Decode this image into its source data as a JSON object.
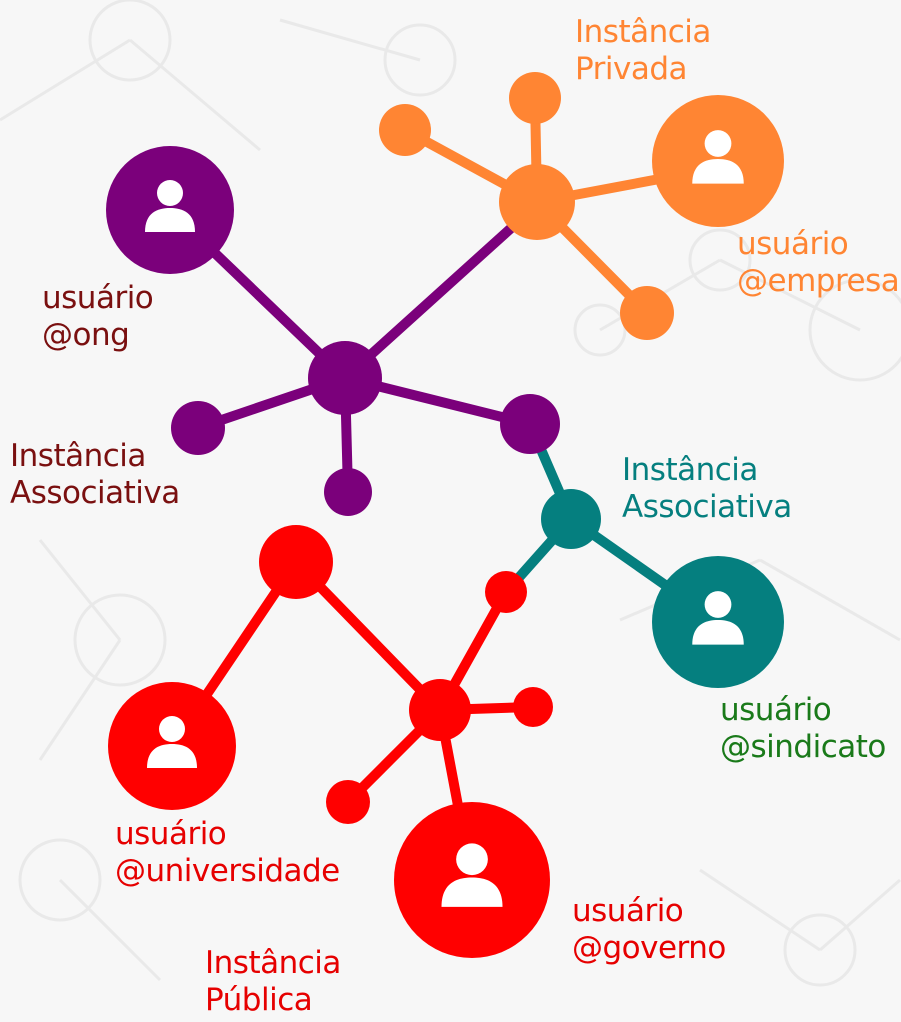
{
  "colors": {
    "background": "#f7f7f7",
    "purple": "#7b007b",
    "orange": "#ff8533",
    "teal": "#057f7f",
    "red": "#ff0000",
    "darkred": "#7a1010",
    "green": "#1a7a1a",
    "white": "#ffffff"
  },
  "labels": {
    "privada": {
      "line1": "Instância",
      "line2": "Privada"
    },
    "empresa": {
      "line1": "usuário",
      "line2": "@empresa"
    },
    "ong": {
      "line1": "usuário",
      "line2": "@ong"
    },
    "associativa_left": {
      "line1": "Instância",
      "line2": "Associativa"
    },
    "associativa_right": {
      "line1": "Instância",
      "line2": "Associativa"
    },
    "sindicato": {
      "line1": "usuário",
      "line2": "@sindicato"
    },
    "universidade": {
      "line1": "usuário",
      "line2": "@universidade"
    },
    "governo": {
      "line1": "usuário",
      "line2": "@governo"
    },
    "publica": {
      "line1": "Instância",
      "line2": "Pública"
    }
  },
  "icons": {
    "user": "user-icon"
  }
}
